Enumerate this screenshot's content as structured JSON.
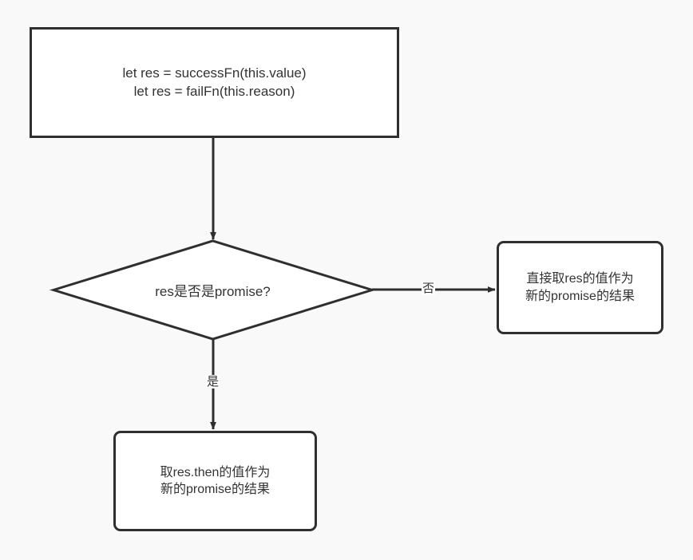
{
  "diagram": {
    "title": "Promise then resolution flowchart",
    "background_color": "#f9f9f9",
    "stroke_color": "#2f2f2f",
    "text_color": "#333333",
    "node_fill": "#ffffff",
    "nodes": {
      "start": {
        "shape": "rectangle",
        "text": "let res = successFn(this.value)\nlet res = failFn(this.reason)"
      },
      "decision": {
        "shape": "diamond",
        "text": "res是否是promise?"
      },
      "direct": {
        "shape": "rounded-rectangle",
        "text": "直接取res的值作为\n新的promise的结果"
      },
      "then": {
        "shape": "rounded-rectangle",
        "text": "取res.then的值作为\n新的promise的结果"
      }
    },
    "edges": {
      "start_to_decision": {
        "label": ""
      },
      "decision_to_direct": {
        "label": "否"
      },
      "decision_to_then": {
        "label": "是"
      }
    }
  }
}
